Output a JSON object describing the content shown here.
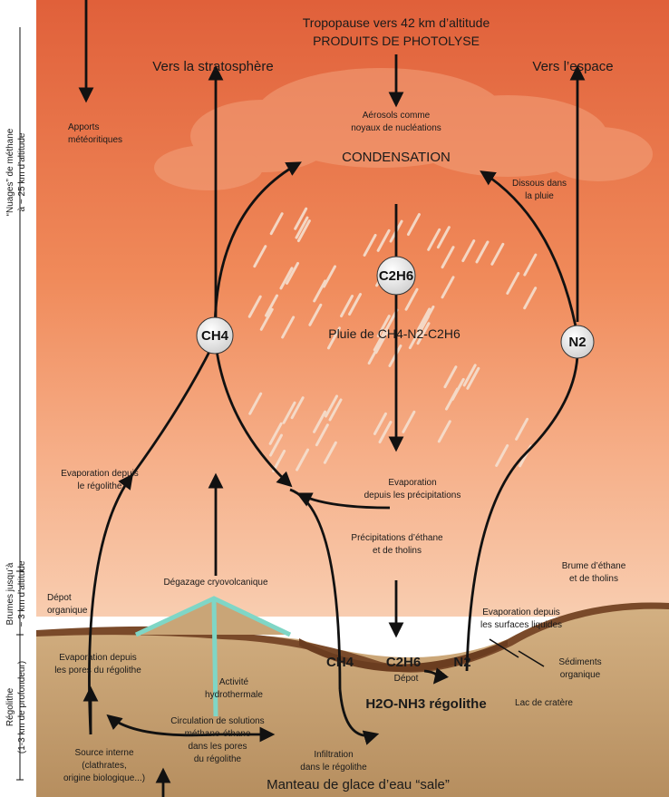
{
  "labels": {
    "tropopause": "Tropopause vers 42 km d’altitude",
    "photolysis": "PRODUITS DE PHOTOLYSE",
    "stratosphere": "Vers la stratosphère",
    "space": "Vers l’espace",
    "meteor1": "Apports",
    "meteor2": "météoritiques",
    "aerosol1": "Aérosols comme",
    "aerosol2": "noyaux de nucléations",
    "condensation": "CONDENSATION",
    "dissous1": "Dissous dans",
    "dissous2": "la pluie",
    "c2h6_circle": "C2H6",
    "ch4_circle": "CH4",
    "n2_circle": "N2",
    "rain": "Pluie de CH4-N2-C2H6",
    "evap_regolith1": "Evaporation depuis",
    "evap_regolith2": "le régolithe",
    "evap_precip1": "Evaporation",
    "evap_precip2": "depuis les précipitations",
    "precip_ethane1": "Précipitations d’éthane",
    "precip_ethane2": "et de tholins",
    "degazage": "Dégazage cryovolcanique",
    "brume1": "Brume d’éthane",
    "brume2": "et de tholins",
    "depot_org1": "Dépot",
    "depot_org2": "organique",
    "evap_surf1": "Evaporation depuis",
    "evap_surf2": "les surfaces liquides",
    "evap_pores1": "Evaporation depuis",
    "evap_pores2": "les pores du régolithe",
    "activite1": "Activité",
    "activite2": "hydrothermale",
    "ch4_surface": "CH4",
    "c2h6_surface": "C2H6",
    "n2_surface": "N2",
    "depot": "Dépot",
    "sediments1": "Sédiments",
    "sediments2": "organique",
    "lac": "Lac de cratère",
    "regolith": "H2O-NH3 régolithe",
    "circulation1": "Circulation de solutions",
    "circulation2": "méthane-éthane",
    "circulation3": "dans les pores",
    "circulation4": "du régolithe",
    "infiltration1": "Infiltration",
    "infiltration2": "dans le régolithe",
    "source1": "Source interne",
    "source2": "(clathrates,",
    "source3": "origine biologique...)",
    "manteau": "Manteau de glace d’eau “sale”",
    "side_nuages1": "“Nuages” de méthane",
    "side_nuages2": "à ~ 25 km d’altitude",
    "side_brumes1": "Brumes jusqu’à",
    "side_brumes2": "~ 3 km d’altitude",
    "side_regolithe1": "Régolithe",
    "side_regolithe2": "(1-3 km de profondeur)"
  },
  "colors": {
    "sky_top": "#e0603a",
    "sky_mid": "#f08a5a",
    "sky_low": "#f7c7a6",
    "haze": "#f6c9ad",
    "ground": "#c9a577",
    "ground_dark": "#8a5a36",
    "lake": "#6b3d20",
    "cryo": "#7fd6c6"
  }
}
